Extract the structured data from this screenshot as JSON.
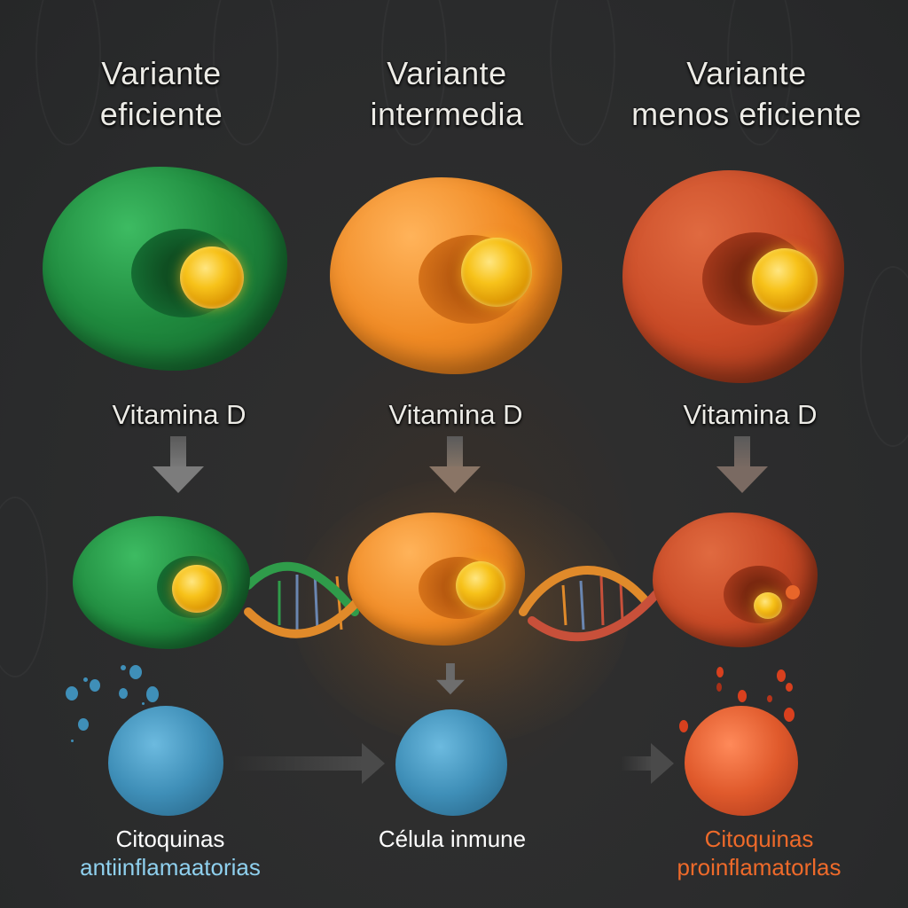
{
  "columns": [
    {
      "id": "efficient",
      "title_line1": "Variante",
      "title_line2": "eficiente",
      "protein_color": "#1f8a3e",
      "vitamin_label": "Vitamina D"
    },
    {
      "id": "intermediate",
      "title_line1": "Variante",
      "title_line2": "intermedia",
      "protein_color": "#f08a24",
      "vitamin_label": "Vitamina D"
    },
    {
      "id": "less-efficient",
      "title_line1": "Variante",
      "title_line2": "menos eficiente",
      "protein_color": "#c94a26",
      "vitamin_label": "Vitamina D"
    }
  ],
  "outcomes": {
    "left": {
      "line1": "Citoquinas",
      "line2": "antiinflamaatorias",
      "line1_color": "#ffffff",
      "line2_color": "#8fd0ee",
      "cell_color": "#3f8fb8"
    },
    "center": {
      "line1": "Célula inmune",
      "line1_color": "#ffffff",
      "cell_color": "#3f8fb8"
    },
    "right": {
      "line1": "Citoquinas",
      "line2": "proinflamatorlas",
      "line1_color": "#ee6a2a",
      "line2_color": "#ee6a2a",
      "cell_color": "#e05a2c"
    }
  },
  "icons": {
    "ligand": "vitamin-d-molecule",
    "dna": "dna-helix",
    "arrow": "flow-arrow"
  },
  "colors": {
    "background": "#2b2c2d",
    "text": "#ecebe6",
    "ligand": "#f5b915",
    "dna_strand_green": "#2f9c4a",
    "dna_strand_orange": "#e08a2a",
    "dna_base_blue": "#6a86b0",
    "dna_base_red": "#c8503a"
  }
}
